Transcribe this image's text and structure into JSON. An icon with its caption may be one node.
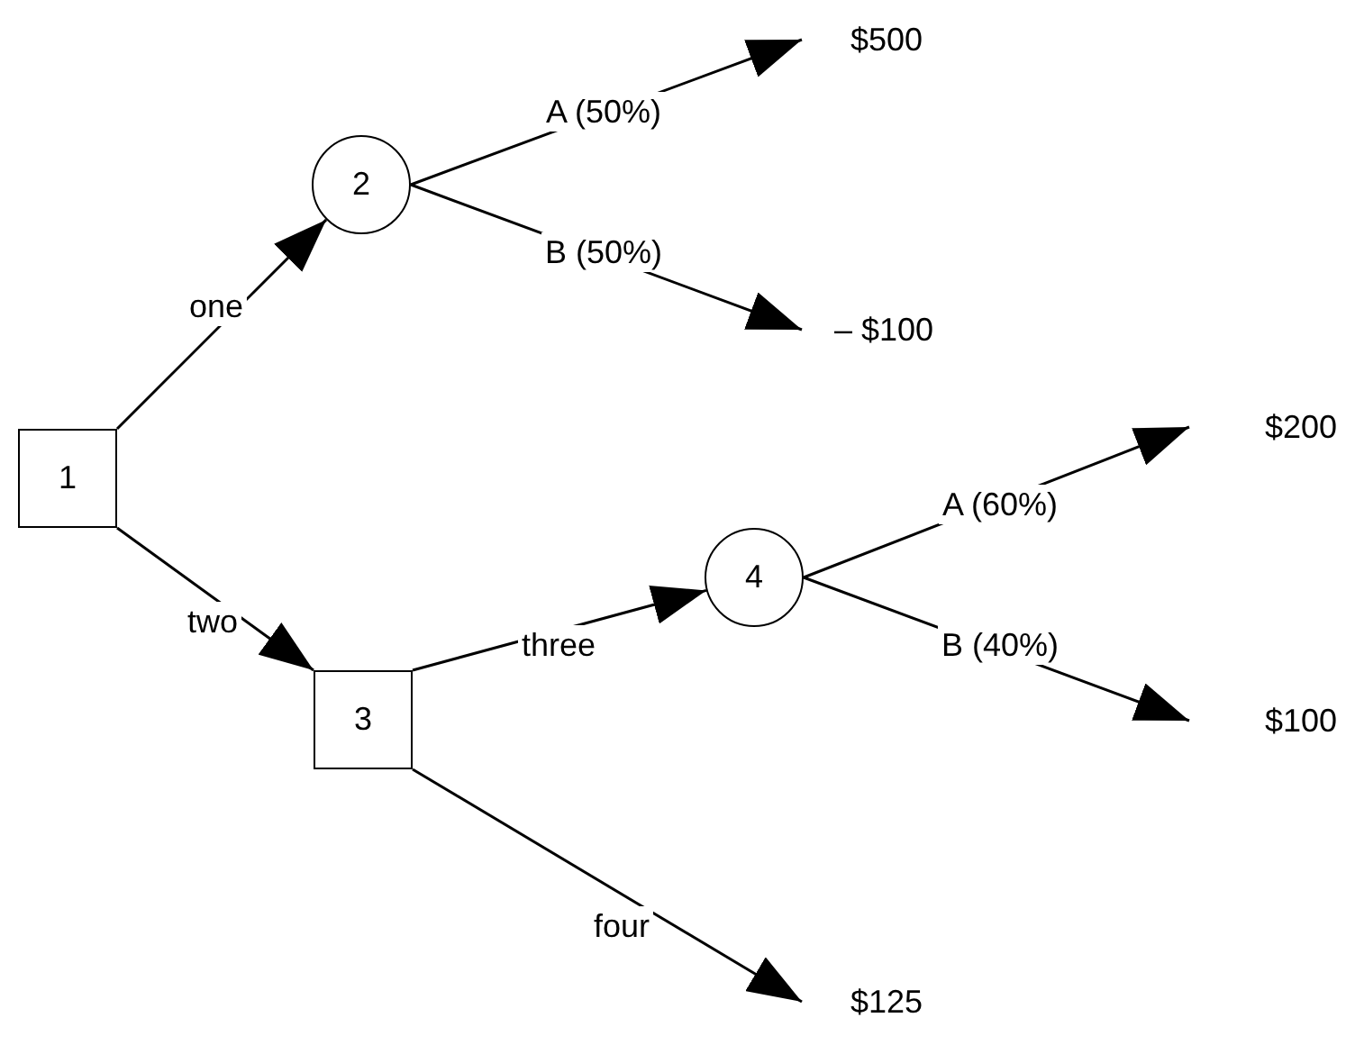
{
  "diagram": {
    "nodes": [
      {
        "text": [
          "1"
        ]
      },
      {
        "text": [
          "2"
        ]
      },
      {
        "text": [
          "$500"
        ]
      },
      {
        "text": [
          "– $100"
        ]
      },
      {
        "text": [
          "3"
        ]
      },
      {
        "text": [
          "4"
        ]
      },
      {
        "text": [
          "$200"
        ]
      },
      {
        "text": [
          "$100"
        ]
      },
      {
        "text": [
          "$125"
        ]
      }
    ],
    "edges": [
      {
        "from": 0,
        "to": 1,
        "arrow": "to",
        "label": "one"
      },
      {
        "from": 1,
        "to": 2,
        "arrow": "to",
        "label": "A (50%)"
      },
      {
        "from": 1,
        "to": 3,
        "arrow": "to",
        "label": "B (50%)"
      },
      {
        "from": 0,
        "to": 4,
        "arrow": "to",
        "label": "two"
      },
      {
        "from": 4,
        "to": 5,
        "arrow": "to",
        "label": "three"
      },
      {
        "from": 5,
        "to": 6,
        "arrow": "to",
        "label": "A (60%)"
      },
      {
        "from": 5,
        "to": 7,
        "arrow": "to",
        "label": "B (40%)"
      },
      {
        "from": 4,
        "to": 8,
        "arrow": "to",
        "label": "four"
      }
    ]
  }
}
